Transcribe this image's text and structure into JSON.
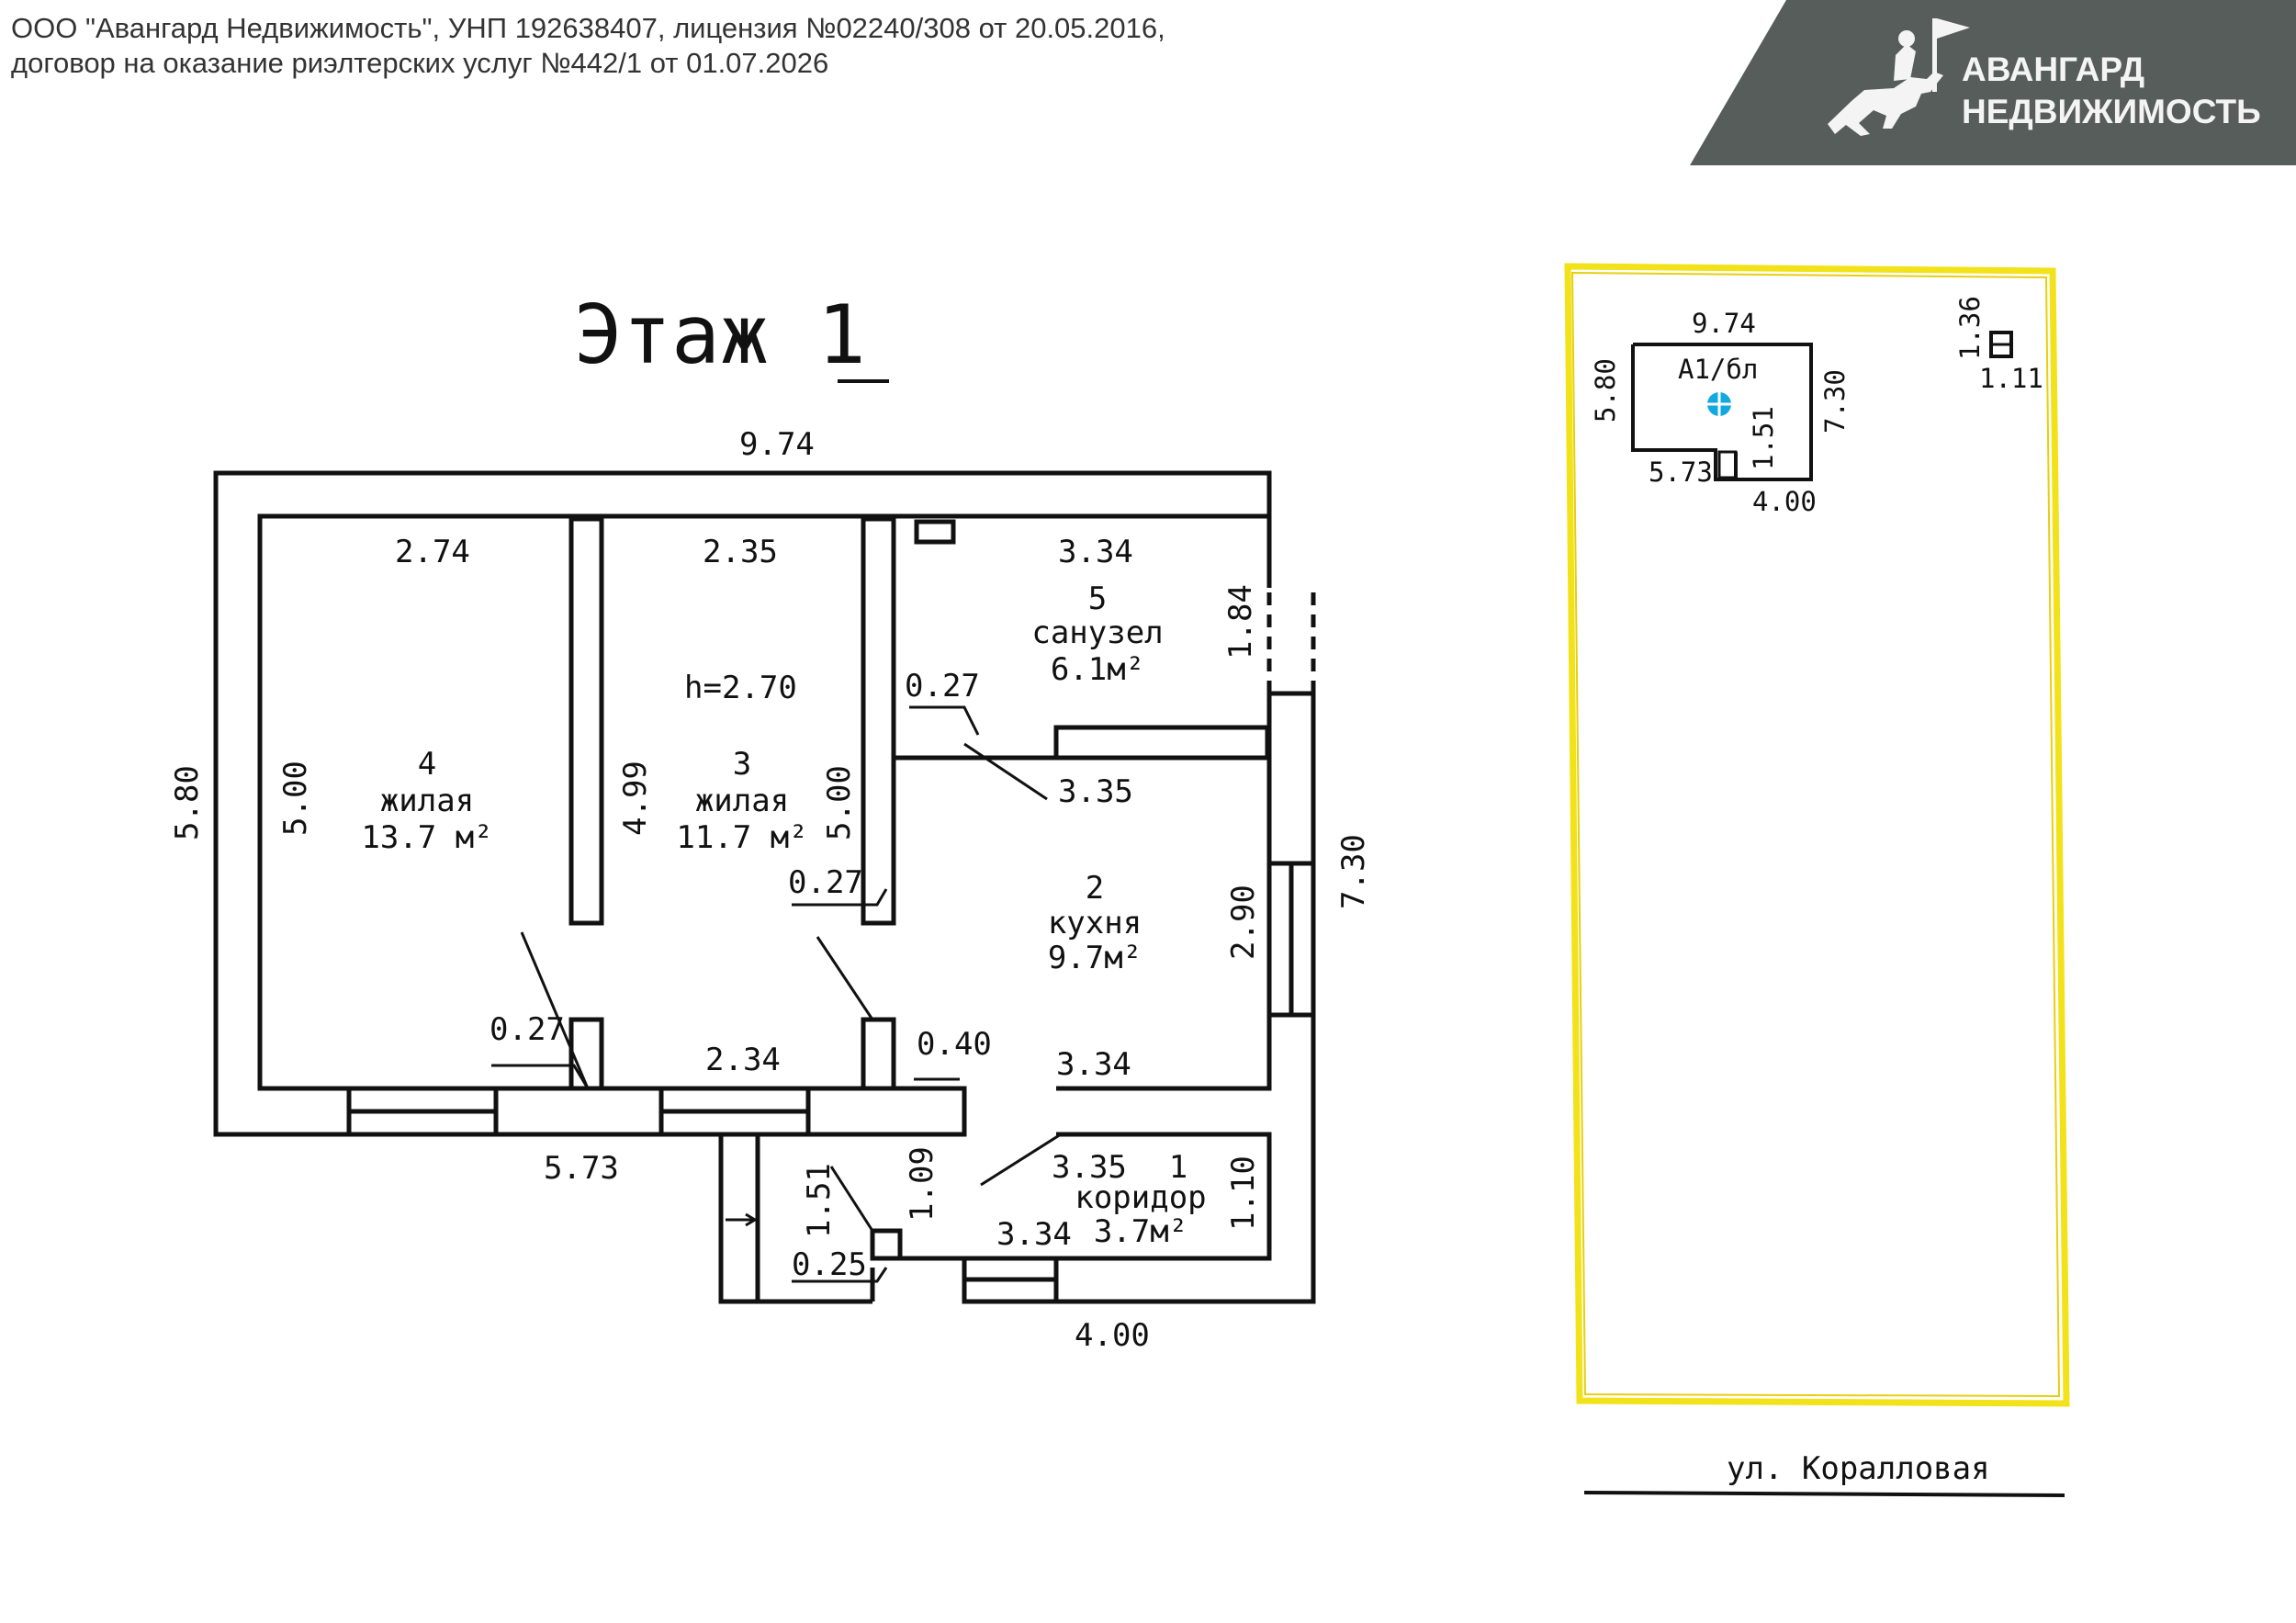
{
  "header": {
    "legal_line_1": "ООО \"Авангард Недвижимость\", УНП 192638407, лицензия №02240/308 от 20.05.2016,",
    "legal_line_2": "договор на оказание риэлтерских услуг №442/1 от 01.07.2026"
  },
  "logo": {
    "line_1": "АВАНГАРД",
    "line_2": "НЕДВИЖИМОСТЬ",
    "band_color": "#565d5b",
    "icon": "horse-rider-icon"
  },
  "floor_plan": {
    "title": "Этаж 1",
    "ceiling_height": "h=2.70",
    "rooms": [
      {
        "number": "4",
        "name": "жилая",
        "area": "13.7 м²"
      },
      {
        "number": "3",
        "name": "жилая",
        "area": "11.7 м²"
      },
      {
        "number": "5",
        "name": "санузел",
        "area": "6.1м²"
      },
      {
        "number": "2",
        "name": "кухня",
        "area": "9.7м²"
      },
      {
        "number": "1",
        "name": "коридор",
        "area": "3.7м²"
      }
    ],
    "dimensions": {
      "overall_top": "9.74",
      "overall_left": "5.80",
      "overall_right": "7.30",
      "bottom_main": "5.73",
      "bottom_annex": "4.00",
      "room4_width": "2.74",
      "room3_width": "2.35",
      "room5_width": "3.34",
      "room4_height": "5.00",
      "partition_4_3": "4.99",
      "room3_height": "5.00",
      "bath_door": "1.84",
      "kitchen_window": "2.90",
      "wall_a": "0.27",
      "wall_b": "0.27",
      "wall_c": "0.27",
      "wall_d": "0.40",
      "bath_wall": "3.35",
      "hall_mid": "2.34",
      "kitchen_bottom": "3.34",
      "corridor_top": "3.35",
      "corridor_height": "1.09",
      "corridor_right": "1.10",
      "corridor_bottom": "3.34",
      "porch_height": "1.51",
      "porch_wall": "0.25"
    }
  },
  "site_plan": {
    "building_label": "А1/бл",
    "dim_top": "9.74",
    "dim_left": "5.80",
    "dim_right": "7.30",
    "dim_bottom_left": "5.73",
    "dim_bottom_right": "4.00",
    "dim_porch": "1.51",
    "shed_height": "1.36",
    "shed_width": "1.11",
    "street": "ул. Коралловая",
    "boundary_color": "#f2e21a",
    "marker_color": "#12a8e0"
  }
}
